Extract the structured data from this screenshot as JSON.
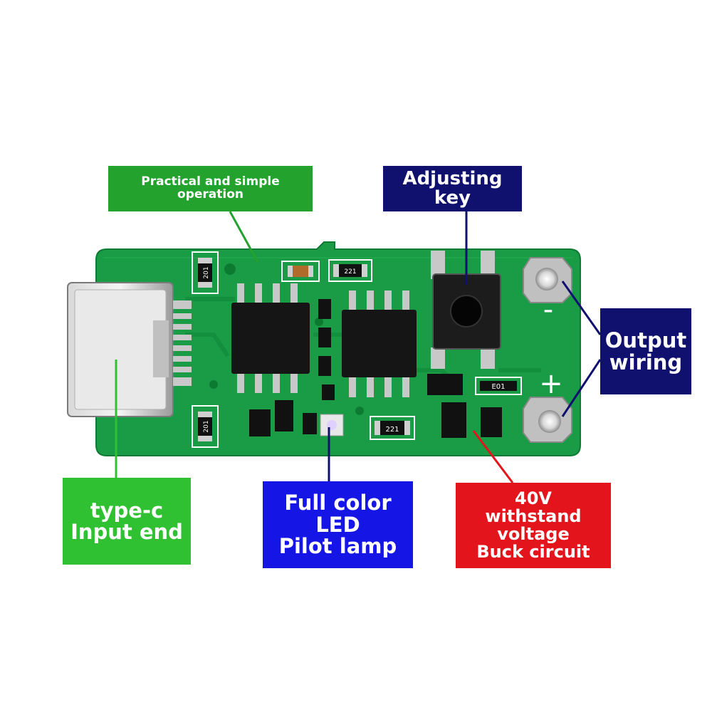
{
  "colors": {
    "green_label": "#23a32e",
    "navy_label": "#10106e",
    "bright_green_label": "#2fc132",
    "blue_label": "#1515e6",
    "red_label": "#e3141b",
    "pcb": "#1a9b45",
    "pcb_dark": "#0f7a33"
  },
  "labels": {
    "practical": "Practical and simple operation",
    "adjusting_key": "Adjusting key",
    "output_wiring": [
      "Output",
      "wiring"
    ],
    "type_c": [
      "type-c",
      "Input end"
    ],
    "led": [
      "Full color LED",
      "Pilot lamp"
    ],
    "buck": [
      "40V",
      "withstand voltage",
      "Buck circuit"
    ]
  },
  "pcb": {
    "silkscreen": {
      "minus": "-",
      "plus": "+",
      "r_top_left": "201",
      "r_bottom_left": "201",
      "r_top_center": "221",
      "r_bottom_center": "221",
      "r_right": "E01"
    }
  }
}
